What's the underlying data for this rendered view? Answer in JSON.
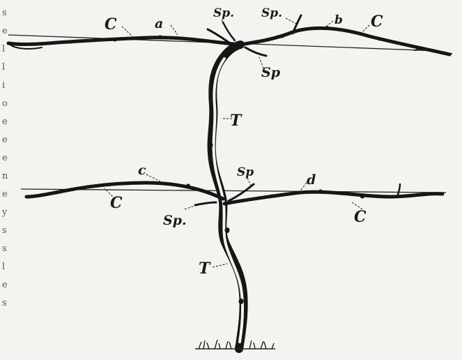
{
  "labels": {
    "cane_upper_left": "C",
    "cane_upper_right": "C",
    "cane_lower_left": "C",
    "cane_lower_right": "C",
    "arm_a": "a",
    "arm_b": "b",
    "arm_c": "c",
    "arm_d": "d",
    "spur_upper_1": "Sp.",
    "spur_upper_2": "Sp.",
    "spur_upper_3": "Sp",
    "spur_lower_1": "Sp",
    "spur_lower_2": "Sp.",
    "trunk_upper": "T",
    "trunk_lower": "T"
  },
  "margin_text": [
    "s",
    "e",
    "l",
    "l",
    "i",
    "o",
    "e",
    "e",
    "e",
    "n",
    "e",
    "y",
    "s",
    "s",
    "l",
    "e",
    "s"
  ]
}
